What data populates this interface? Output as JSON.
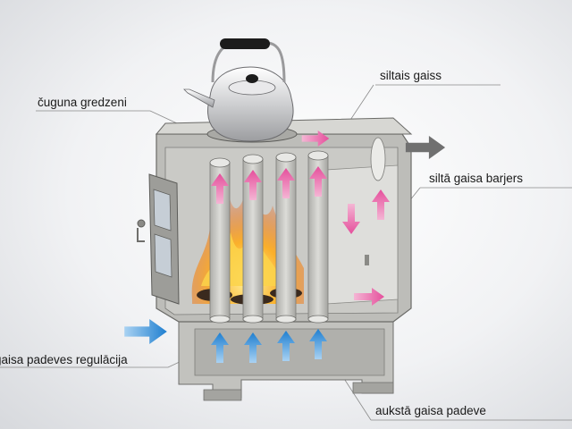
{
  "labels": {
    "rings": "čuguna gredzeni",
    "warm_air": "siltais gaiss",
    "barrier": "siltā gaisa barjers",
    "intake_regulation": "gaisa padeves regulācija",
    "cold_air": "aukstā gaisa padeve"
  },
  "colors": {
    "stove_body": "#b9b9b4",
    "stove_dark": "#8e8e8a",
    "warm_arrow": "#f06fb4",
    "cold_arrow": "#2f8fd8",
    "exhaust_arrow": "#707070",
    "fire": "#f7a21c",
    "leader_line": "#8a8a8a"
  },
  "icons": {
    "kettle": "kettle-icon",
    "fire": "fire-icon",
    "warm_arrow": "pink-arrow-icon",
    "cold_arrow": "blue-arrow-icon"
  }
}
